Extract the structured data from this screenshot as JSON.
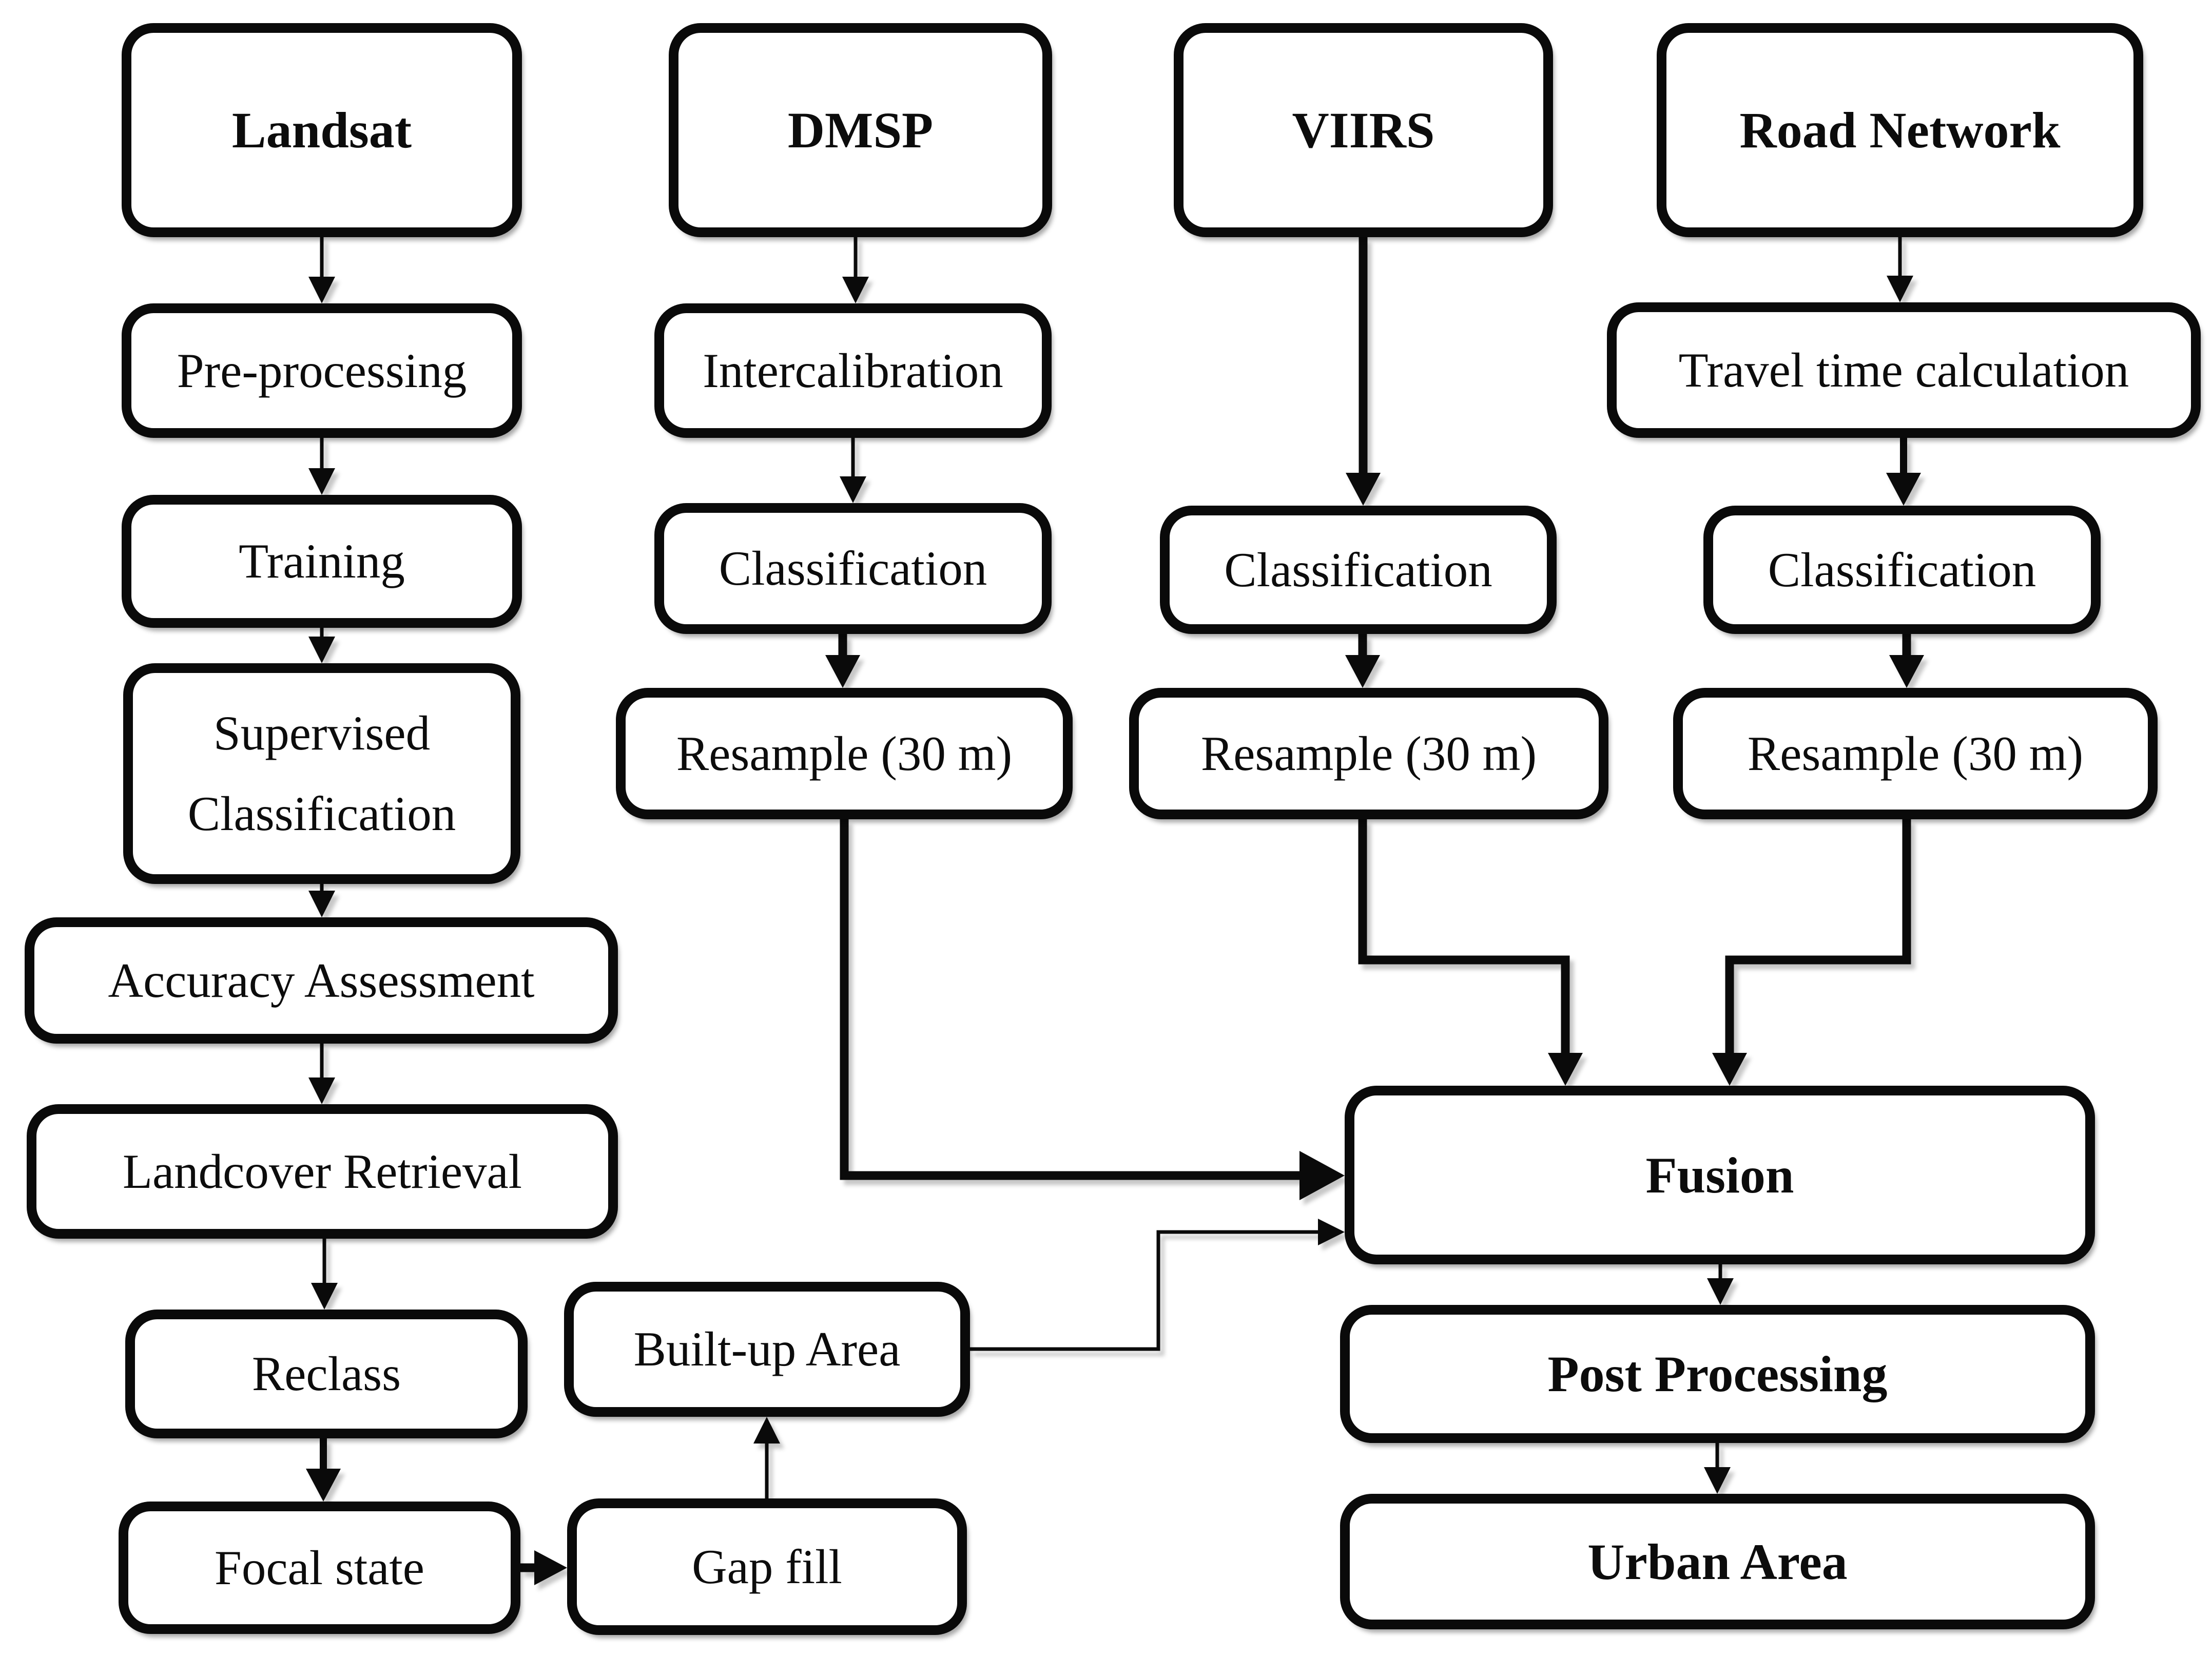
{
  "figure": {
    "type": "flowchart",
    "background_color": "#ffffff",
    "stroke_color": "#0a0a0a",
    "box_fill_color": "#ffffff",
    "nodes": {
      "landsat": {
        "label": "Landsat",
        "emphasis": true
      },
      "dmsp": {
        "label": "DMSP",
        "emphasis": true
      },
      "viirs": {
        "label": "VIIRS",
        "emphasis": true
      },
      "road_network": {
        "label": "Road Network",
        "emphasis": true
      },
      "pre_processing": {
        "label": "Pre-processing",
        "emphasis": false
      },
      "intercalibration": {
        "label": "Intercalibration",
        "emphasis": false
      },
      "travel_time_calculation": {
        "label": "Travel time calculation",
        "emphasis": false
      },
      "training": {
        "label": "Training",
        "emphasis": false
      },
      "classification_dmsp": {
        "label": "Classification",
        "emphasis": false
      },
      "classification_viirs": {
        "label": "Classification",
        "emphasis": false
      },
      "classification_road": {
        "label": "Classification",
        "emphasis": false
      },
      "supervised_classification": {
        "label": "Supervised Classification",
        "emphasis": false
      },
      "resample_dmsp": {
        "label": "Resample (30 m)",
        "emphasis": false
      },
      "resample_viirs": {
        "label": "Resample (30 m)",
        "emphasis": false
      },
      "resample_road": {
        "label": "Resample (30 m)",
        "emphasis": false
      },
      "accuracy_assessment": {
        "label": "Accuracy Assessment",
        "emphasis": false
      },
      "landcover_retrieval": {
        "label": "Landcover Retrieval",
        "emphasis": false
      },
      "reclass": {
        "label": "Reclass",
        "emphasis": false
      },
      "focal_state": {
        "label": "Focal state",
        "emphasis": false
      },
      "built_up_area": {
        "label": "Built-up Area",
        "emphasis": false
      },
      "gap_fill": {
        "label": "Gap fill",
        "emphasis": false
      },
      "fusion": {
        "label": "Fusion",
        "emphasis": true
      },
      "post_processing": {
        "label": "Post Processing",
        "emphasis": true
      },
      "urban_area": {
        "label": "Urban Area",
        "emphasis": true
      }
    },
    "edges": [
      {
        "from": "Landsat",
        "to": "Pre-processing",
        "weight": "thin"
      },
      {
        "from": "Pre-processing",
        "to": "Training",
        "weight": "thin"
      },
      {
        "from": "Training",
        "to": "Supervised Classification",
        "weight": "thin"
      },
      {
        "from": "Supervised Classification",
        "to": "Accuracy Assessment",
        "weight": "thin"
      },
      {
        "from": "Accuracy Assessment",
        "to": "Landcover Retrieval",
        "weight": "thin"
      },
      {
        "from": "Landcover Retrieval",
        "to": "Reclass",
        "weight": "thin"
      },
      {
        "from": "Reclass",
        "to": "Focal state",
        "weight": "thick"
      },
      {
        "from": "Focal state",
        "to": "Gap fill",
        "weight": "thick"
      },
      {
        "from": "Gap fill",
        "to": "Built-up Area",
        "weight": "thin"
      },
      {
        "from": "Built-up Area",
        "to": "Fusion",
        "weight": "thin"
      },
      {
        "from": "DMSP",
        "to": "Intercalibration",
        "weight": "thin"
      },
      {
        "from": "Intercalibration",
        "to": "Classification (DMSP)",
        "weight": "thin"
      },
      {
        "from": "Classification (DMSP)",
        "to": "Resample (30 m) (DMSP)",
        "weight": "thick"
      },
      {
        "from": "Resample (30 m) (DMSP)",
        "to": "Fusion",
        "weight": "thick"
      },
      {
        "from": "VIIRS",
        "to": "Classification (VIIRS)",
        "weight": "thick"
      },
      {
        "from": "Classification (VIIRS)",
        "to": "Resample (30 m) (VIIRS)",
        "weight": "thick"
      },
      {
        "from": "Resample (30 m) (VIIRS)",
        "to": "Fusion",
        "weight": "thick"
      },
      {
        "from": "Road Network",
        "to": "Travel time calculation",
        "weight": "thin"
      },
      {
        "from": "Travel time calculation",
        "to": "Classification (Road)",
        "weight": "thick"
      },
      {
        "from": "Classification (Road)",
        "to": "Resample (30 m) (Road)",
        "weight": "thick"
      },
      {
        "from": "Resample (30 m) (Road)",
        "to": "Fusion",
        "weight": "thick"
      },
      {
        "from": "Fusion",
        "to": "Post Processing",
        "weight": "thin"
      },
      {
        "from": "Post Processing",
        "to": "Urban Area",
        "weight": "thin"
      }
    ]
  }
}
